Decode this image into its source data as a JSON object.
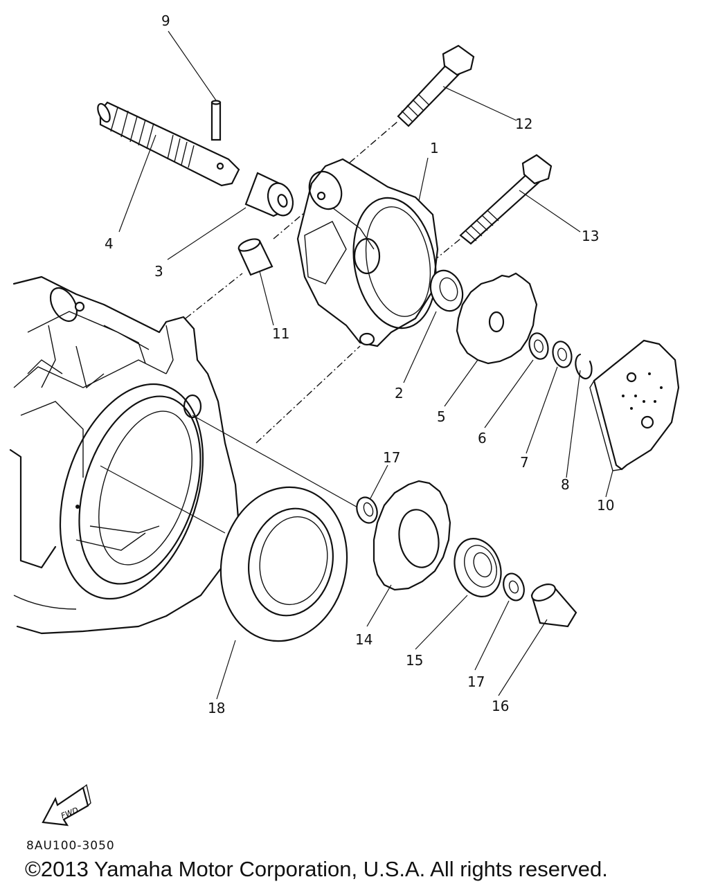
{
  "callouts": [
    "1",
    "2",
    "3",
    "4",
    "5",
    "6",
    "7",
    "8",
    "9",
    "10",
    "11",
    "12",
    "13",
    "14",
    "15",
    "16",
    "17",
    "17",
    "18"
  ],
  "fwd_label": "FWD",
  "diagram_code": "8AU100-3050",
  "copyright": "©2013 Yamaha Motor Corporation, U.S.A. All rights reserved."
}
